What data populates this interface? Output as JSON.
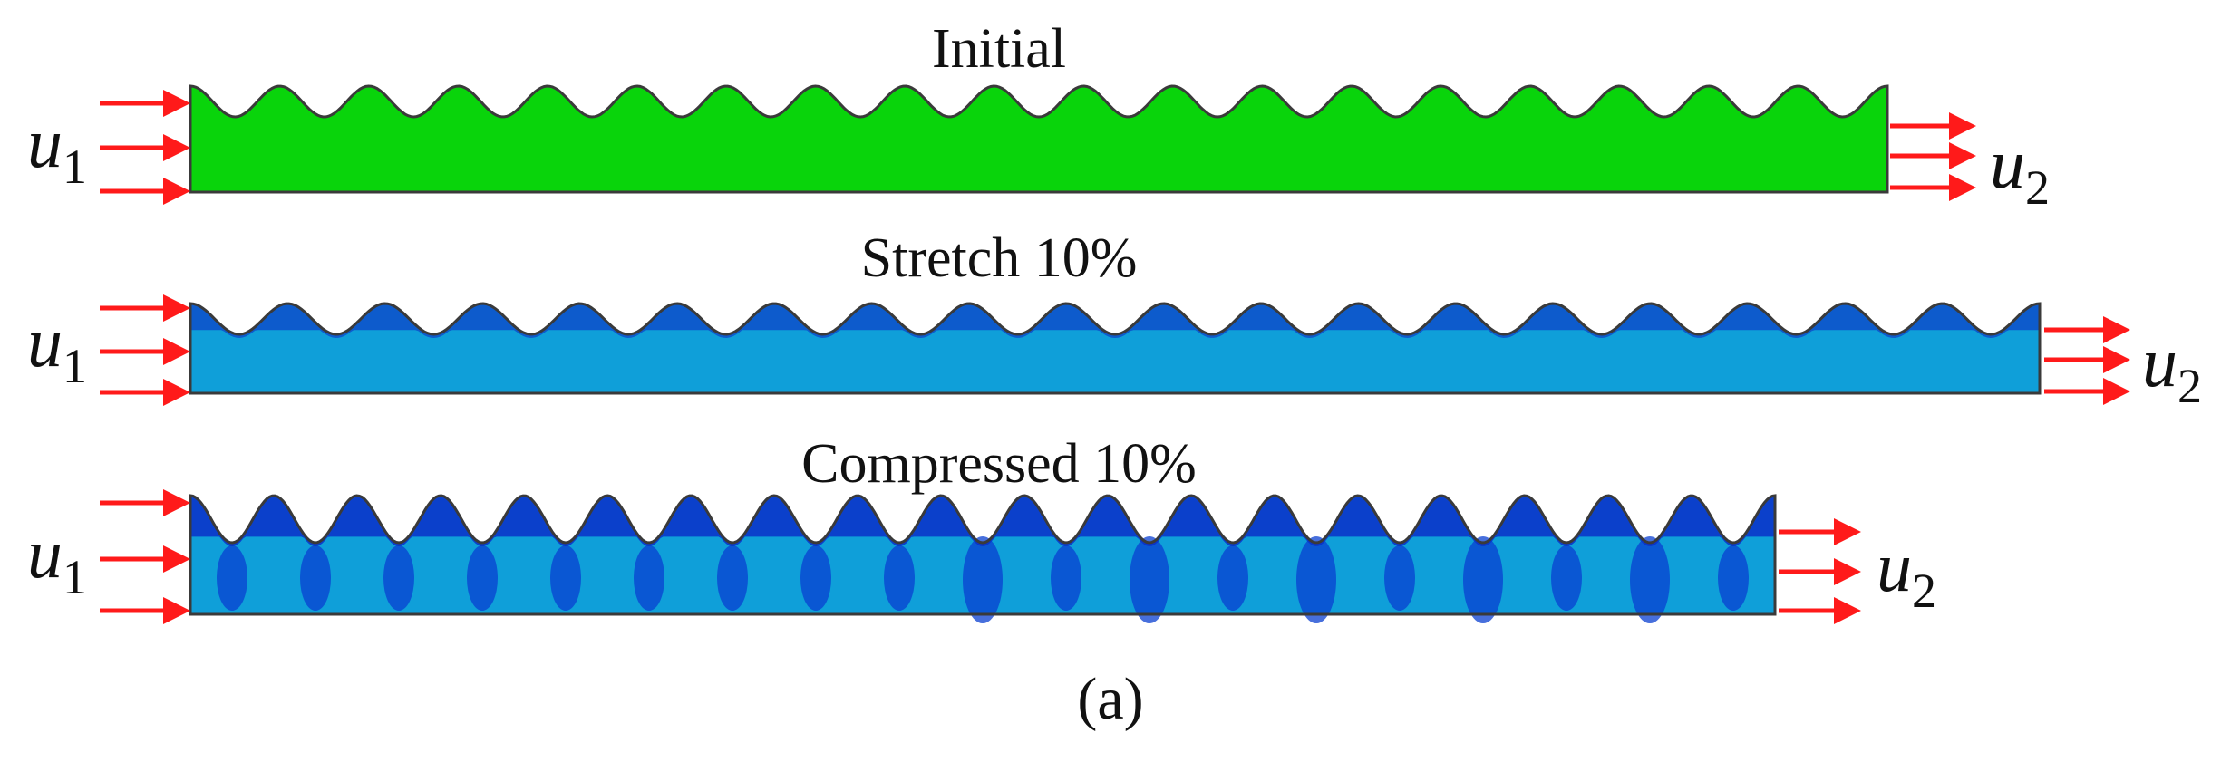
{
  "panels": [
    {
      "id": "initial",
      "title": "Initial",
      "left_label": "u",
      "left_sub": "1",
      "right_label": "u",
      "right_sub": "2",
      "fill_color": "#09d40b",
      "crests": 19
    },
    {
      "id": "stretch",
      "title": "Stretch 10%",
      "left_label": "u",
      "left_sub": "1",
      "right_label": "u",
      "right_sub": "2",
      "fill_color": "#0f9fd9",
      "cap_color": "#0d4fc9",
      "crests": 19
    },
    {
      "id": "compressed",
      "title": "Compressed 10%",
      "left_label": "u",
      "left_sub": "1",
      "right_label": "u",
      "right_sub": "2",
      "fill_color": "#0f9fd9",
      "cap_color": "#0a2fc8",
      "crests": 19
    }
  ],
  "caption": "(a)",
  "colors": {
    "arrow": "#ff1a1a",
    "outline": "#3a3a3a"
  }
}
